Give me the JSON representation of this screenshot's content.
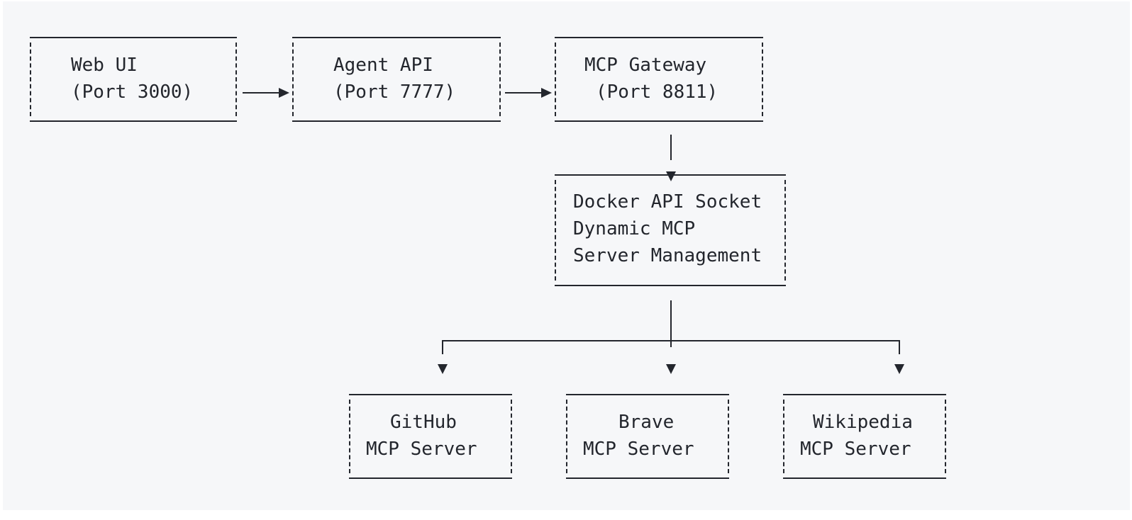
{
  "nodes": {
    "web_ui": {
      "line1": "Web UI",
      "line2": "(Port 3000)"
    },
    "agent_api": {
      "line1": "Agent API",
      "line2": "(Port 7777)"
    },
    "mcp_gateway": {
      "line1": "MCP Gateway",
      "line2": "(Port 8811)"
    },
    "docker": {
      "line1": "Docker API Socket",
      "line2": "Dynamic MCP",
      "line3": "Server Management"
    },
    "github": {
      "line1": "GitHub",
      "line2": "MCP Server"
    },
    "brave": {
      "line1": "Brave",
      "line2": "MCP Server"
    },
    "wikipedia": {
      "line1": "Wikipedia",
      "line2": "MCP Server"
    }
  }
}
